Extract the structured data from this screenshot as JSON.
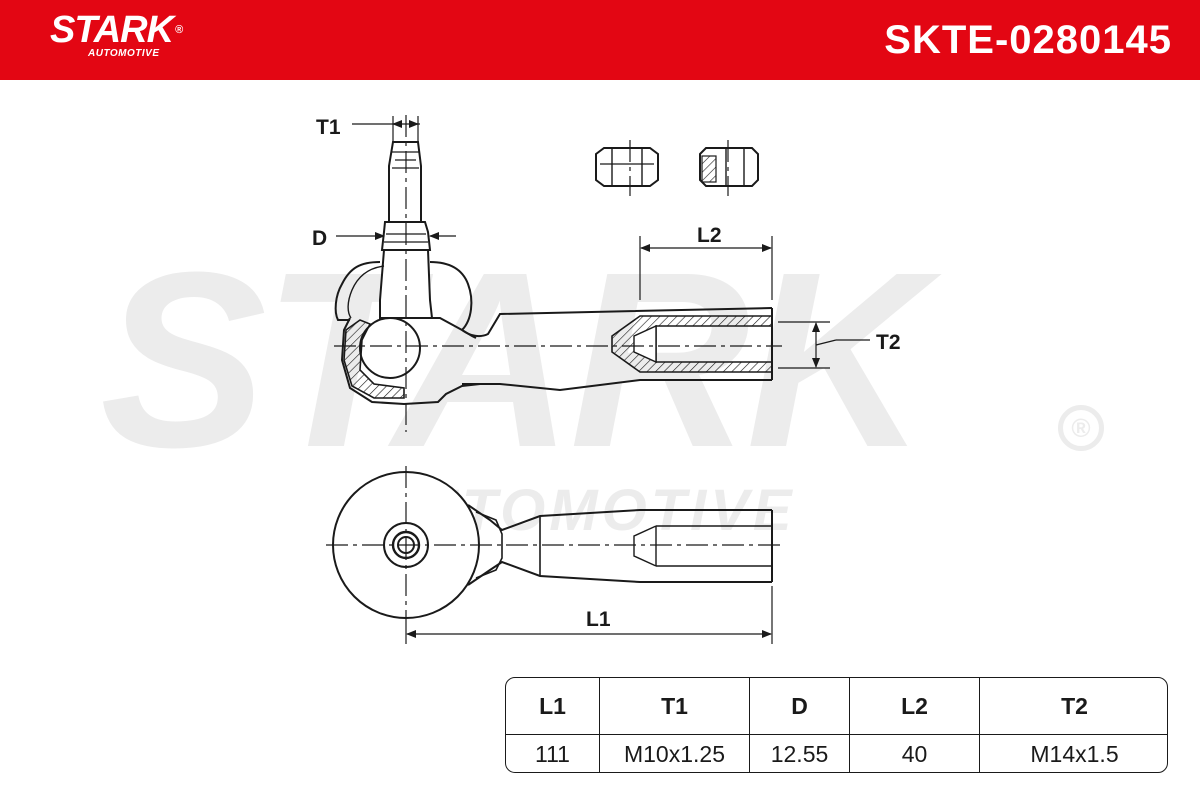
{
  "header": {
    "brand": "STARK",
    "brand_mark": "®",
    "brand_sub": "AUTOMOTIVE",
    "part_number": "SKTE-0280145",
    "bar_color": "#e30613"
  },
  "watermark": {
    "text": "STARK",
    "sub": "AUTOMOTIVE",
    "mark": "®",
    "color": "#ececec"
  },
  "dimension_labels": {
    "t1": "T1",
    "d": "D",
    "l2": "L2",
    "t2": "T2",
    "l1": "L1"
  },
  "spec_table": {
    "headers": [
      "L1",
      "T1",
      "D",
      "L2",
      "T2"
    ],
    "values": [
      "111",
      "M10x1.25",
      "12.55",
      "40",
      "M14x1.5"
    ]
  }
}
